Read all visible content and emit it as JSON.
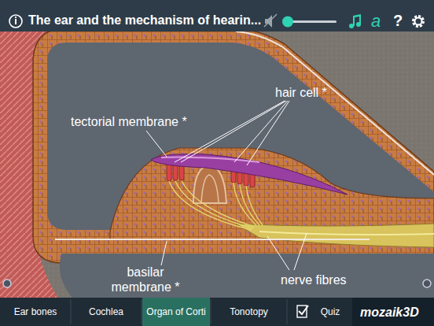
{
  "diagram": {
    "title": "The ear and the mechanism of hearin...",
    "nodes": [
      {
        "text": [
          "Ear bones"
        ]
      },
      {
        "text": [
          "Cochlea"
        ]
      },
      {
        "text": [
          "Organ of Corti"
        ]
      },
      {
        "text": [
          "Tonotopy"
        ]
      },
      {
        "text": [
          "Quiz"
        ]
      }
    ],
    "labels": [
      "hair cell *",
      "tectorial membrane *",
      "basilar membrane *",
      "nerve fibres",
      "a",
      "?",
      "mozaik3D"
    ]
  }
}
